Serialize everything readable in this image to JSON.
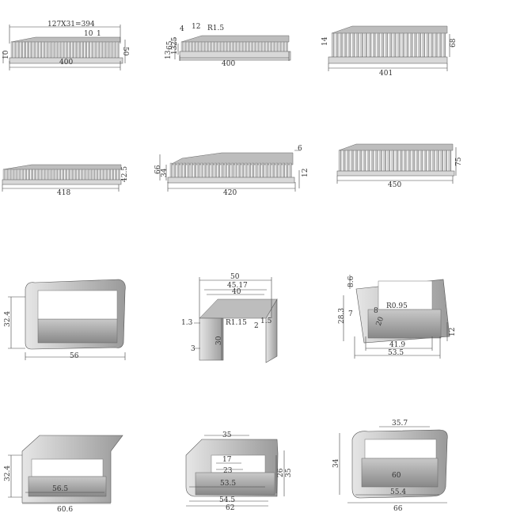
{
  "profiles": [
    {
      "labels": [
        "127X31=394",
        "10",
        "1",
        "10",
        "50",
        "400"
      ]
    },
    {
      "labels": [
        "4",
        "12",
        "R1.5",
        "65",
        "25",
        "13",
        "13",
        "400"
      ]
    },
    {
      "labels": [
        "14",
        "68",
        "401"
      ]
    },
    {
      "labels": [
        "42.5",
        "418"
      ]
    },
    {
      "labels": [
        "66",
        "34",
        "6",
        "12",
        "420"
      ]
    },
    {
      "labels": [
        "75",
        "450"
      ]
    },
    {
      "labels": [
        "32.4",
        "56"
      ]
    },
    {
      "labels": [
        "50",
        "45.17",
        "40",
        "1.3",
        "R1.15",
        "1.5",
        "2",
        "3",
        "30"
      ]
    },
    {
      "labels": [
        "8.6",
        "28.3",
        "7",
        "R0.95",
        "8",
        "20",
        "12",
        "41.9",
        "53.5"
      ]
    },
    {
      "labels": [
        "32.4",
        "56.5",
        "60.6"
      ]
    },
    {
      "labels": [
        "35",
        "17",
        "23",
        "53.5",
        "54.5",
        "62",
        "26",
        "35"
      ]
    },
    {
      "labels": [
        "35.7",
        "34",
        "60",
        "55.4",
        "66"
      ]
    }
  ]
}
